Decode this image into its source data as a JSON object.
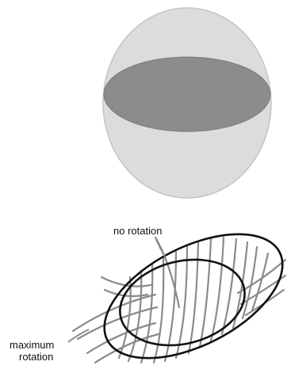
{
  "labels": {
    "no_rotation": "no rotation",
    "maximum_rotation_line1": "maximum",
    "maximum_rotation_line2": "rotation"
  },
  "colors": {
    "sphere_fill": "#dcdcdc",
    "sphere_stroke": "#c4c4c4",
    "disk_fill": "#8c8c8c",
    "fiber_stroke": "#8a8a8a",
    "outline_stroke": "#111111",
    "background": "#ffffff"
  }
}
